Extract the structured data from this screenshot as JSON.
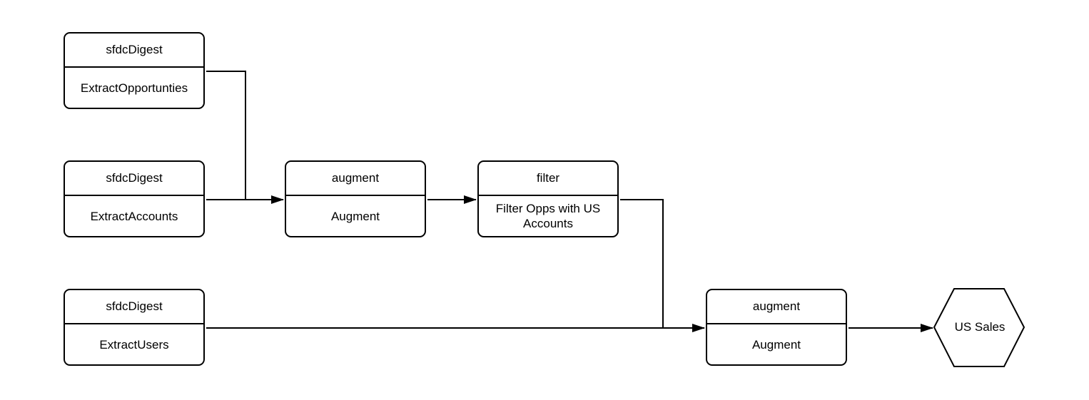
{
  "diagram": {
    "nodes": {
      "extract_opportunities": {
        "type": "sfdcDigest",
        "name": "ExtractOpportunties"
      },
      "extract_accounts": {
        "type": "sfdcDigest",
        "name": "ExtractAccounts"
      },
      "extract_users": {
        "type": "sfdcDigest",
        "name": "ExtractUsers"
      },
      "augment_1": {
        "type": "augment",
        "name": "Augment"
      },
      "filter_1": {
        "type": "filter",
        "name": "Filter Opps with US Accounts"
      },
      "augment_2": {
        "type": "augment",
        "name": "Augment"
      }
    },
    "output": {
      "label": "US Sales"
    },
    "edges": [
      {
        "from": "extract_opportunities",
        "to": "augment_1"
      },
      {
        "from": "extract_accounts",
        "to": "augment_1"
      },
      {
        "from": "augment_1",
        "to": "filter_1"
      },
      {
        "from": "filter_1",
        "to": "augment_2"
      },
      {
        "from": "extract_users",
        "to": "augment_2"
      },
      {
        "from": "augment_2",
        "to": "output"
      }
    ],
    "colors": {
      "stroke": "#000000",
      "background": "#ffffff"
    }
  }
}
